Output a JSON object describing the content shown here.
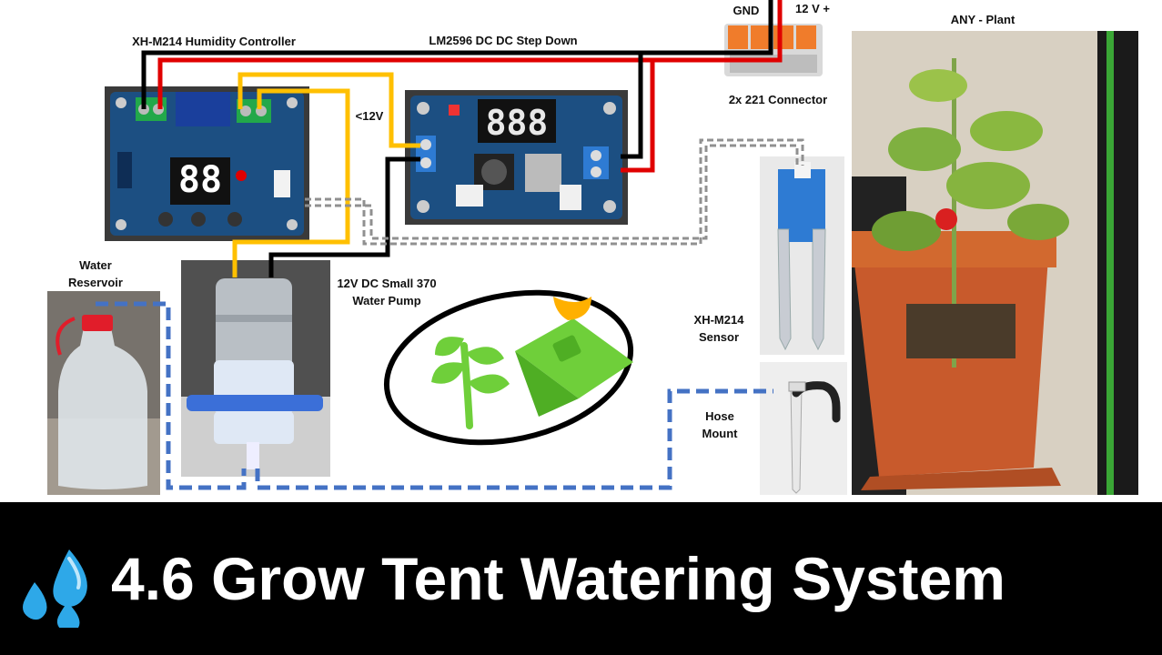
{
  "labels": {
    "humidity_controller": "XH-M214 Humidity Controller",
    "step_down": "LM2596 DC DC Step Down",
    "gnd": "GND",
    "v12": "12 V +",
    "connector": "2x 221 Connector",
    "plant": "ANY - Plant",
    "lt12v": "<12V",
    "water_reservoir_l1": "Water",
    "water_reservoir_l2": "Reservoir",
    "pump_l1": "12V DC Small 370",
    "pump_l2": "Water Pump",
    "sensor_l1": "XH-M214",
    "sensor_l2": "Sensor",
    "hose_l1": "Hose",
    "hose_l2": "Mount"
  },
  "controller_display": "88",
  "converter_display": "888",
  "banner": {
    "title": "4.6 Grow Tent Watering System",
    "icon": "sweat-droplets-icon"
  },
  "colors": {
    "wire_red": "#e00000",
    "wire_black": "#000000",
    "wire_yellow": "#ffc000",
    "sensor_cable": "#909090",
    "water_hose": "#4472c4",
    "pcb_blue": "#1c4f82",
    "terminal_green": "#22a84a",
    "logo_green": "#6fcf3a",
    "banner_bg": "#000000",
    "droplet": "#2ea8e8"
  }
}
